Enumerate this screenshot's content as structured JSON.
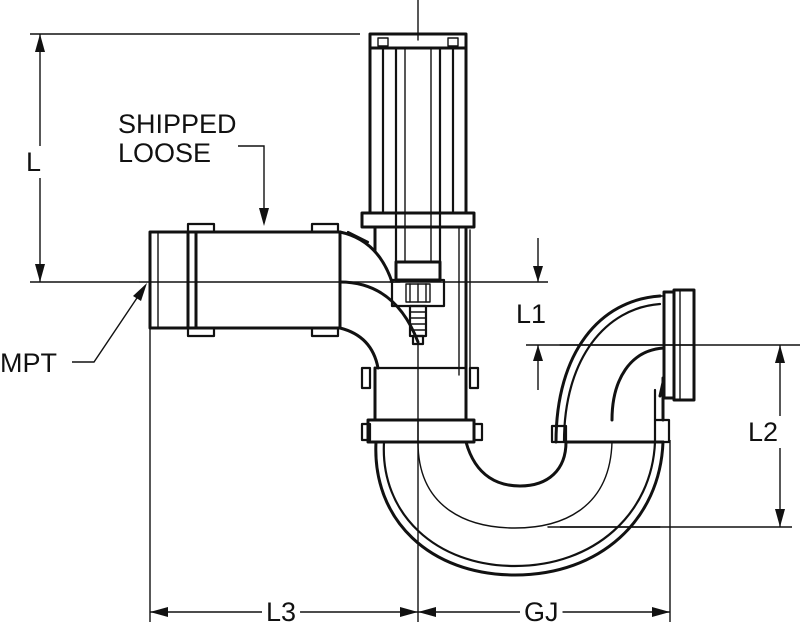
{
  "labels": {
    "shipped_line1": "SHIPPED",
    "shipped_line2": "LOOSE",
    "L": "L",
    "L1": "L1",
    "L2": "L2",
    "L3": "L3",
    "GJ": "GJ",
    "MPT": "MPT"
  },
  "colors": {
    "line": "#111111",
    "background": "#ffffff"
  }
}
